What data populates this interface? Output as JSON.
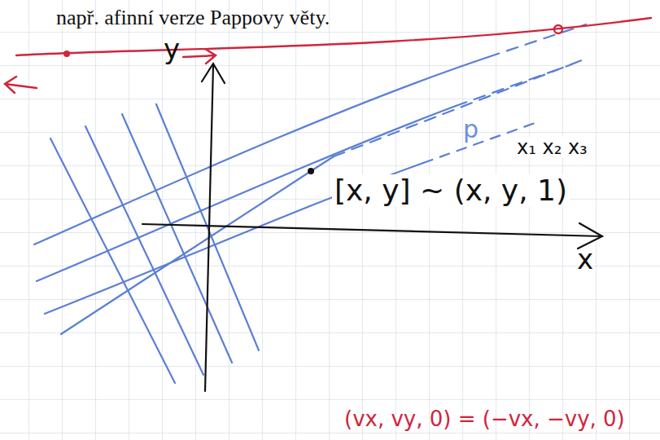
{
  "diagram": {
    "labels": [
      "např. afinní verze Pappovy věty.",
      "y",
      "x",
      "p",
      "x₁ x₂ x₃",
      "[x, y] ~ (x, y, 1)",
      "(vx, vy, 0) = (−vx, −vy, 0)"
    ]
  }
}
